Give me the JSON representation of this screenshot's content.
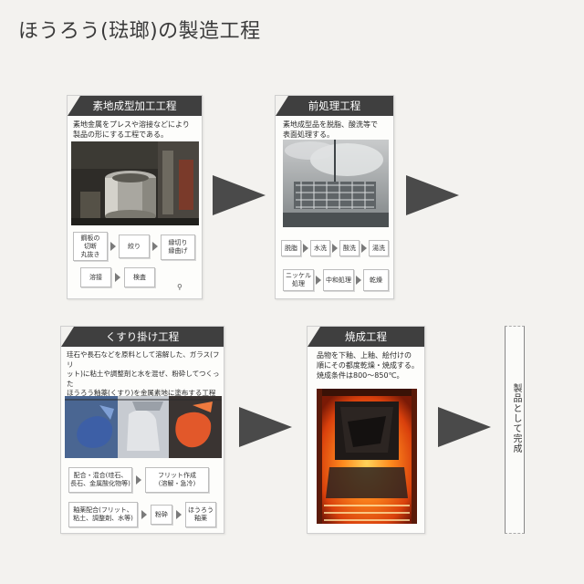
{
  "title": "ほうろう(琺瑯)の製造工程",
  "cards": {
    "forming": {
      "header": "素地成型加工工程",
      "desc": "素地金属をプレスや溶接などにより\n製品の形にする工程である。",
      "steps": [
        "鋼板の\n切断\n丸抜き",
        "絞り",
        "縁切り\n縁曲げ",
        "溶接",
        "検査"
      ]
    },
    "pretreatment": {
      "header": "前処理工程",
      "desc": "素地成型品を脱脂、酸洗等で\n表面処理する。",
      "steps": [
        "脱脂",
        "水洗",
        "酸洗",
        "湯洗",
        "ニッケル\n処理",
        "中和処理",
        "乾燥"
      ]
    },
    "glazing": {
      "header": "くすり掛け工程",
      "desc": "珪石や長石などを原料として溶解した、ガラス(フリ\nット)に粘土や調整剤と水を混ぜ、粉砕してつくった\nほうろう釉薬(くすり)を金属素地に塗布する工程\nである。たらし掛け、スプレー掛け等の方法がある。",
      "steps": [
        "配合・混合(珪石、\n長石、金属酸化物等)",
        "フリット作成\n(溶解・急冷)",
        "釉薬配合(フリット、\n粘土、調整剤、水等)",
        "粉砕",
        "ほうろう\n釉薬"
      ]
    },
    "firing": {
      "header": "焼成工程",
      "desc": "品物を下釉、上釉、絵付けの\n順にその都度乾燥・焼成する。\n焼成条件は800〜850℃。"
    }
  },
  "finish": {
    "label": "製品として完成"
  },
  "icons": [
    "arrow-right-icon",
    "bolt-icon"
  ]
}
